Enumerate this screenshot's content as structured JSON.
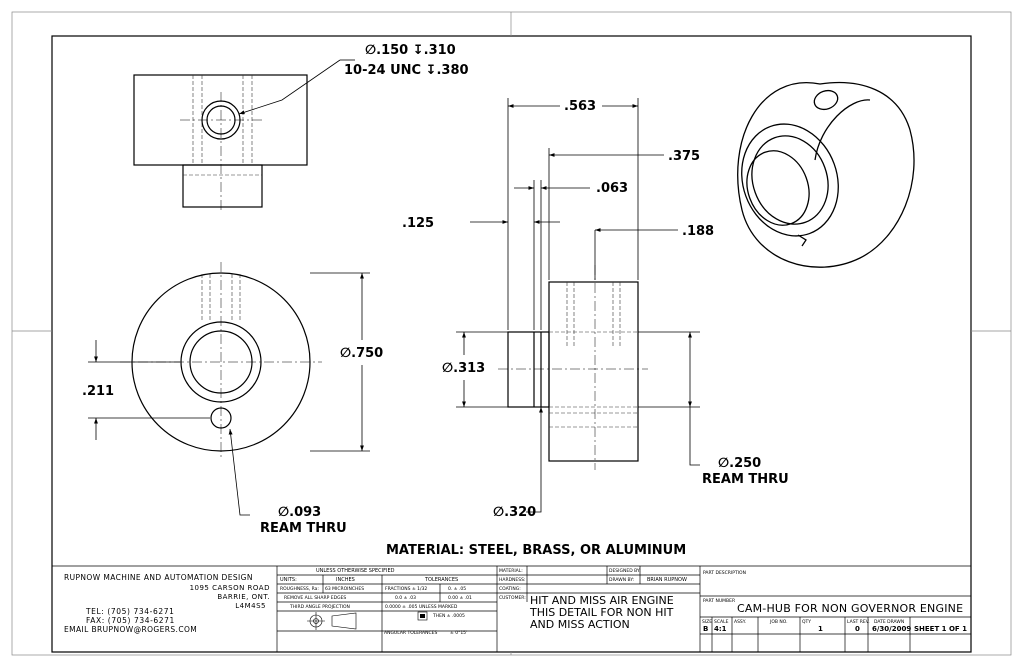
{
  "dimensions": {
    "hole_callout_1": "∅.150 ↧.310",
    "hole_callout_2": "10-24 UNC  ↧.380",
    "width_563": ".563",
    "width_375": ".375",
    "width_063": ".063",
    "width_125": ".125",
    "width_188": ".188",
    "dia_750": "∅.750",
    "dia_313": "∅.313",
    "offset_211": ".211",
    "dia_093": "∅.093",
    "dia_093_note": "REAM THRU",
    "dia_250": "∅.250",
    "dia_250_note": "REAM THRU",
    "dia_320": "∅.320"
  },
  "material_note": "MATERIAL: STEEL, BRASS, OR ALUMINUM",
  "company": {
    "name": "RUPNOW MACHINE AND AUTOMATION DESIGN",
    "street": "1095 CARSON ROAD",
    "city": "BARRIE, ONT.",
    "postal": "L4M4S5",
    "tel": "TEL: (705) 734-6271",
    "fax": "FAX: (705) 734-6271",
    "email": "EMAIL BRUPNOW@ROGERS.COM"
  },
  "spec": {
    "header": "UNLESS OTHERWISE SPECIFIED",
    "units_label": "UNITS:",
    "units_value": "INCHES",
    "tolerances_label": "TOLERANCES",
    "roughness_label": "ROUGHNESS, Ra:",
    "roughness_value": "63 MICROINCHES",
    "fractions": "FRACTIONS ± 1/32",
    "tol_0": "0.  ± .05",
    "remove_edges": "REMOVE ALL SHARP EDGES",
    "tol_1": "0.0  ± .03",
    "tol_2": "0.00  ± .01",
    "projection": "THIRD ANGLE PROJECTION",
    "tol_4": "0.0000  ± .005 UNLESS MARKED",
    "then": "THEN  ± .0005",
    "angular": "ANGULAR TOLERANCES",
    "angular_value": "± 0°15'"
  },
  "fields": {
    "material": "MATERIAL:",
    "hardness": "HARDNESS:",
    "coating": "COATING:",
    "customer": "CUSTOMER:",
    "designed_by": "DESIGNED BY:",
    "drawn_by": "DRAWN BY:",
    "drawn_by_value": "BRIAN RUPNOW",
    "part_description": "PART DESCRIPTION",
    "part_number": "PART NUMBER"
  },
  "project": {
    "line1": "HIT AND MISS AIR ENGINE",
    "line2": "THIS DETAIL FOR NON HIT",
    "line3": "AND MISS ACTION"
  },
  "part_title": "CAM-HUB FOR NON GOVERNOR ENGINE",
  "bottom": {
    "size_label": "SIZE",
    "size": "B",
    "scale_label": "SCALE",
    "scale": "4:1",
    "assy_label": "ASSY.",
    "job_label": "JOB NO.",
    "qty_label": "QTY",
    "qty": "1",
    "rev_label": "LAST REV.",
    "rev": "0",
    "date_label": "DATE DRAWN",
    "date": "6/30/2009",
    "sheet": "SHEET 1 OF 1"
  }
}
